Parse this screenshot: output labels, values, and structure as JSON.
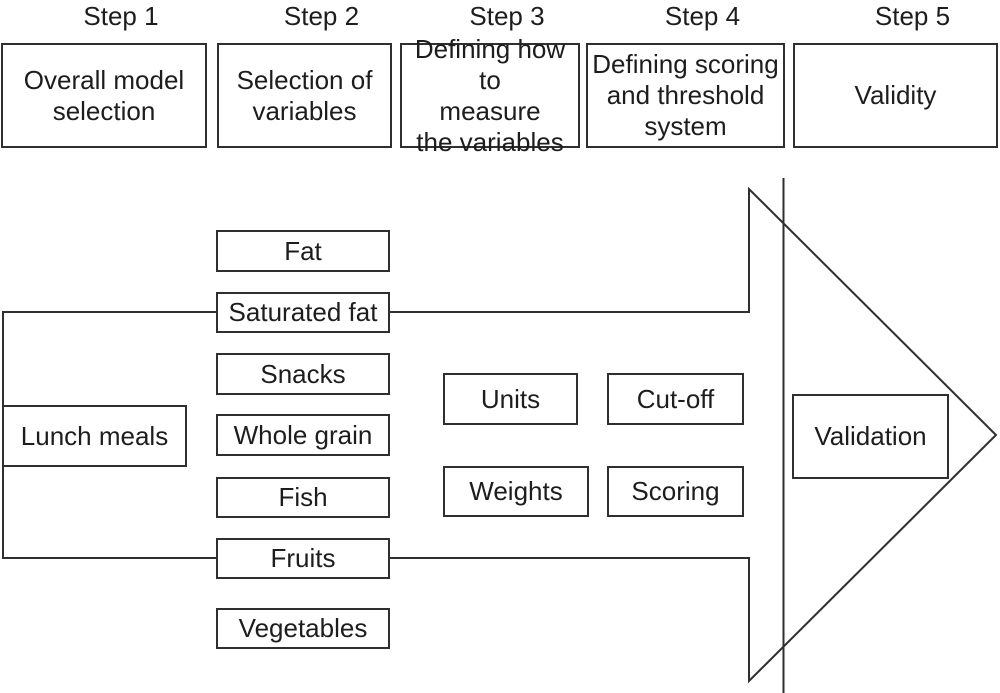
{
  "steps": [
    {
      "label": "Step 1",
      "box": "Overall model\nselection"
    },
    {
      "label": "Step 2",
      "box": "Selection of\nvariables"
    },
    {
      "label": "Step 3",
      "box": "Defining how to\nmeasure\nthe variables"
    },
    {
      "label": "Step 4",
      "box": "Defining scoring\nand threshold\nsystem"
    },
    {
      "label": "Step 5",
      "box": "Validity"
    }
  ],
  "funnel": {
    "lunch_box": "Lunch meals",
    "variables": [
      "Fat",
      "Saturated fat",
      "Snacks",
      "Whole grain",
      "Fish",
      "Fruits",
      "Vegetables"
    ],
    "units_box": "Units",
    "weights_box": "Weights",
    "cutoff_box": "Cut-off",
    "scoring_box": "Scoring",
    "validation_box": "Validation"
  },
  "colors": {
    "line": "#2f2f2f",
    "text": "#1d1d1d",
    "background": "#ffffff"
  }
}
